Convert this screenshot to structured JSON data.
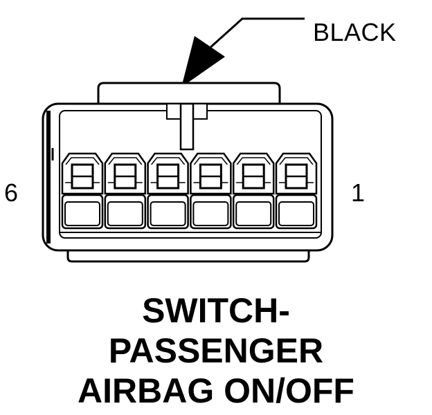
{
  "wire_color_label": "BLACK",
  "pin_numbers": {
    "left": "6",
    "right": "1"
  },
  "cavity_count": 6,
  "title_lines": [
    "SWITCH-",
    "PASSENGER",
    "AIRBAG ON/OFF"
  ],
  "colors": {
    "line": "#000000",
    "background": "#ffffff"
  }
}
